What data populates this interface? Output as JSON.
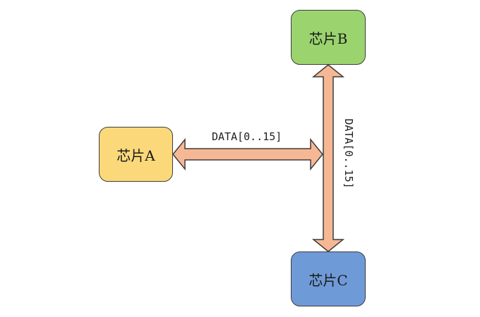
{
  "chips": {
    "a": {
      "label": "芯片A",
      "color": "#fbd97b"
    },
    "b": {
      "label": "芯片B",
      "color": "#9bd46e"
    },
    "c": {
      "label": "芯片C",
      "color": "#6f9ad8"
    }
  },
  "buses": {
    "horizontal_label": "DATA[0..15]",
    "vertical_label": "DATA[0..15]",
    "color": "#f6b894"
  }
}
